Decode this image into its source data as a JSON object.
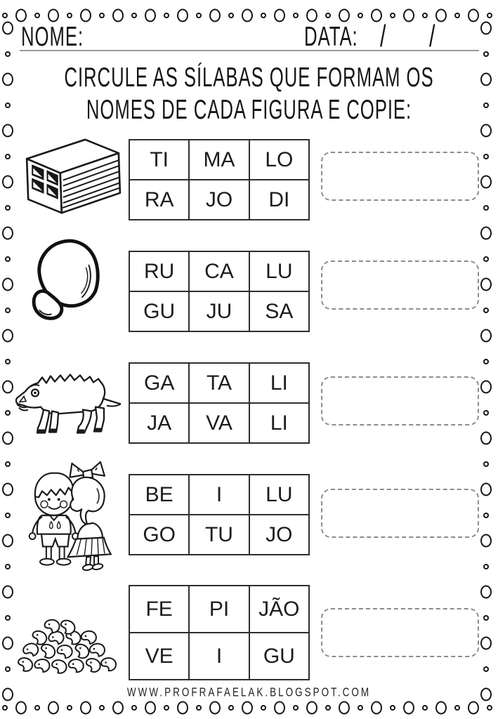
{
  "header": {
    "name_label": "NOME:",
    "date_label": "DATA:",
    "date_value": "/  /"
  },
  "title": {
    "line1": "CIRCULE AS SÍLABAS QUE FORMAM OS",
    "line2": "NOMES DE CADA FIGURA E COPIE:"
  },
  "footer": {
    "url": "WWW.PROFRAFAELAK.BLOGSPOT.COM"
  },
  "exercises": [
    {
      "figure_name": "concrete brick (tijolo)",
      "answer": "",
      "syllables": [
        [
          "TI",
          "MA",
          "LO"
        ],
        [
          "RA",
          "JO",
          "DI"
        ]
      ]
    },
    {
      "figure_name": "cashew (caju)",
      "answer": "",
      "syllables": [
        [
          "RU",
          "CA",
          "LU"
        ],
        [
          "GU",
          "JU",
          "SA"
        ]
      ]
    },
    {
      "figure_name": "wild boar (javali)",
      "answer": "",
      "syllables": [
        [
          "GA",
          "TA",
          "LI"
        ],
        [
          "JA",
          "VA",
          "LI"
        ]
      ]
    },
    {
      "figure_name": "children kissing (beijo)",
      "answer": "",
      "syllables": [
        [
          "BE",
          "I",
          "LU"
        ],
        [
          "GO",
          "TU",
          "JO"
        ]
      ]
    },
    {
      "figure_name": "beans (feijão)",
      "answer": "",
      "syllables": [
        [
          "FE",
          "PI",
          "JÃO"
        ],
        [
          "VE",
          "I",
          "GU"
        ]
      ]
    }
  ],
  "colors": {
    "ink": "#1a1a1a",
    "table_border": "#2e2e2e",
    "dashed_box": "#8c8c8c",
    "header_rule": "#9b9b9b"
  }
}
